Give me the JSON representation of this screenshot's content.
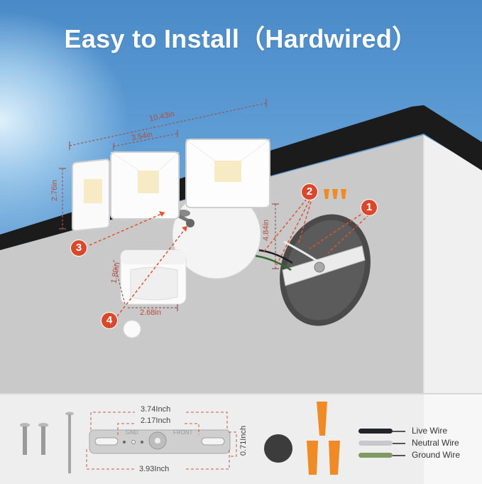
{
  "title": "Easy to Install（Hardwired）",
  "colors": {
    "sky_top": "#4a8ac8",
    "sky_bottom": "#8bbbe3",
    "roof_edge": "#1b1b1b",
    "wall": "#c9c9c9",
    "wall_side": "#f2f2f2",
    "callout": "#d9482b",
    "dimension": "#b05040",
    "wire_nut": "#f08a24",
    "live_wire": "#222428",
    "neutral_wire": "#c8c8cc",
    "ground_wire": "#7f9a62"
  },
  "dimensions": {
    "overall_width": "10.43in",
    "head_width": "3.54in",
    "head_height": "2.76in",
    "mount_height": "4.84in",
    "sensor_height": "1.89in",
    "sensor_width": "2.68in"
  },
  "callouts": {
    "c1": "1",
    "c2": "2",
    "c3": "3",
    "c4": "4"
  },
  "bracket": {
    "top_outer": "3.74Inch",
    "top_inner": "2.17Inch",
    "thickness": "0.71Inch",
    "bottom": "3.93Inch",
    "stamp_left": "GND",
    "stamp_right": "FRONT"
  },
  "legend": {
    "items": [
      {
        "label": "Live Wire"
      },
      {
        "label": "Neutral Wire"
      },
      {
        "label": "Ground Wire"
      }
    ]
  },
  "icons": {
    "screws": "screw-icon",
    "long_screw": "long-screw-icon",
    "gasket": "rubber-plug-icon",
    "wire_nuts": "wire-nut-icon",
    "junction_box": "junction-box-icon",
    "light": "flood-light-icon",
    "motion_sensor": "motion-sensor-icon"
  }
}
